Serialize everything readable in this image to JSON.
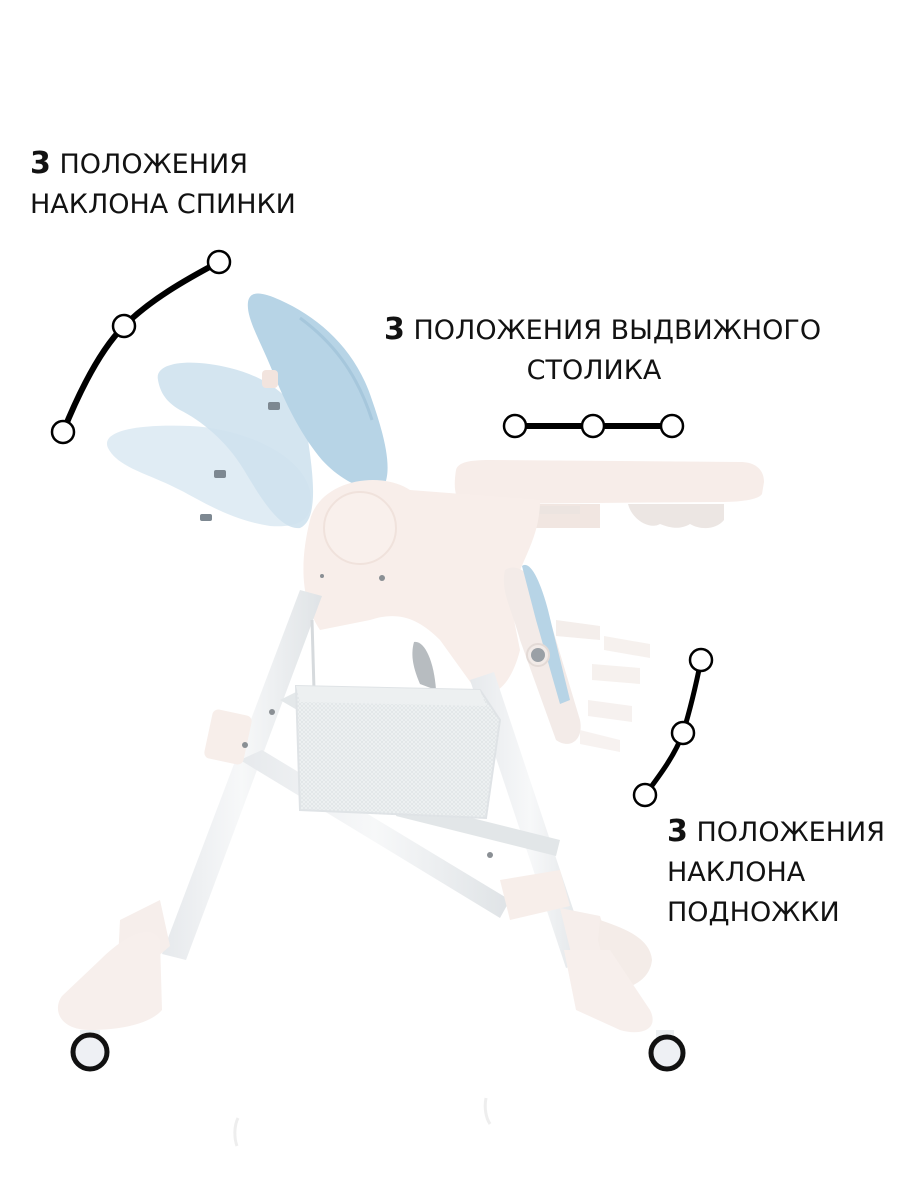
{
  "product": {
    "name": "baby-high-chair",
    "colors": {
      "seat": "#b7d4e6",
      "seat_faded": "#d4e6f1",
      "frame": "#f7ebe6",
      "frame_shadow": "#ecdcd6",
      "legs": "#eef0f2",
      "basket": "#e6eaec",
      "wheel_rim": "#111111",
      "wheel_hub": "#eef0f4",
      "annotation": "#000000"
    }
  },
  "annotations": {
    "backrest": {
      "number": "3",
      "line1_rest": "ПОЛОЖЕНИЯ",
      "line2": "НАКЛОНА СПИНКИ",
      "positions": 3
    },
    "tray": {
      "number": "3",
      "line1_rest": "ПОЛОЖЕНИЯ ВЫДВИЖНОГО",
      "line2": "СТОЛИКА",
      "positions": 3
    },
    "footrest": {
      "number": "3",
      "line1_rest": "ПОЛОЖЕНИЯ",
      "line2": "НАКЛОНА",
      "line3": "ПОДНОЖКИ",
      "positions": 3
    }
  }
}
